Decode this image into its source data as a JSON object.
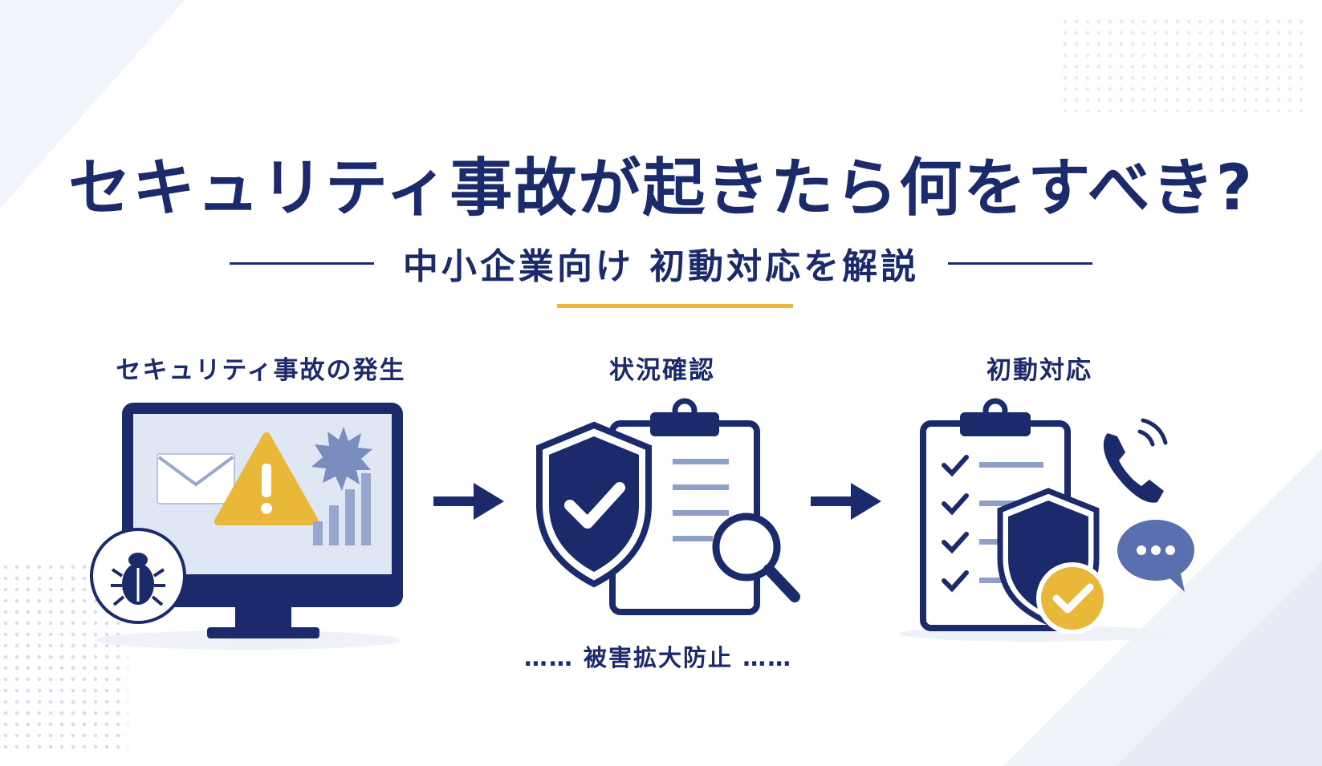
{
  "title": "セキュリティ事故が起きたら何をすべき?",
  "subtitle": "中小企業向け 初動対応を解説",
  "steps": [
    {
      "label": "セキュリティ事故の発生"
    },
    {
      "label": "状況確認"
    },
    {
      "label": "初動対応"
    }
  ],
  "bottom_note": "…… 被害拡大防止 ……",
  "icons": {
    "step1": [
      "monitor-icon",
      "envelope-icon",
      "warning-icon",
      "virus-icon",
      "bar-chart-icon",
      "bug-icon"
    ],
    "step2": [
      "shield-check-icon",
      "clipboard-icon",
      "magnifier-icon"
    ],
    "step3": [
      "clipboard-checklist-icon",
      "shield-icon",
      "check-badge-icon",
      "phone-icon",
      "chat-bubble-icon"
    ]
  },
  "colors": {
    "navy": "#1b2a6b",
    "gold": "#e9b73a",
    "light_blue": "#dfe6f4",
    "mid_blue": "#5a6fae"
  }
}
